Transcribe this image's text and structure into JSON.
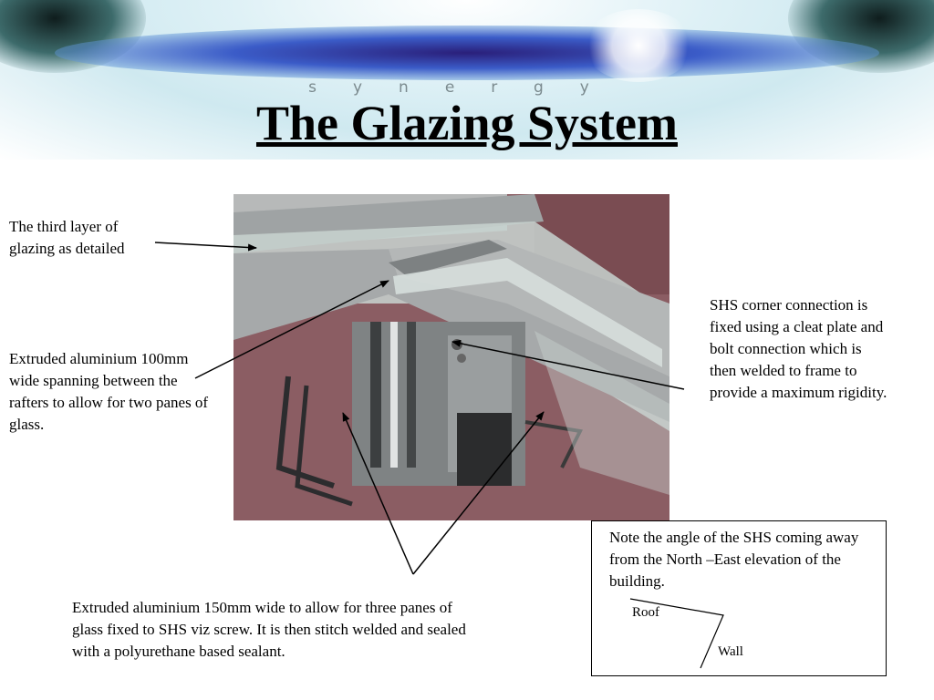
{
  "banner": {
    "logo_text": "synergy"
  },
  "slide": {
    "title": "The Glazing System"
  },
  "annotations": {
    "third_layer": "The third layer of glazing as detailed",
    "extruded_100": "Extruded aluminium 100mm wide spanning between the rafters to allow for two panes of glass.",
    "shs_corner": "SHS corner connection is fixed using a cleat plate and bolt connection which is then welded to frame to provide a maximum rigidity.",
    "extruded_150": "Extruded aluminium 150mm wide to allow for three panes of glass fixed to SHS viz screw. It is then stitch welded and sealed with a polyurethane based sealant."
  },
  "note_box": {
    "text": "Note the angle of the SHS coming away from the North –East elevation of the building.",
    "roof_label": "Roof",
    "wall_label": "Wall"
  }
}
